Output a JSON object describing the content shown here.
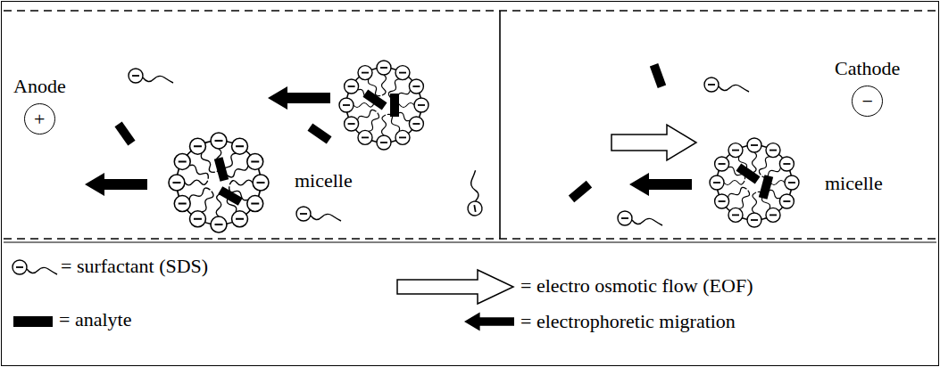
{
  "diagram": {
    "nodes": [
      {
        "text": [
          "Anode",
          "+"
        ]
      },
      {
        "text": [
          "Cathode",
          "−"
        ]
      }
    ],
    "labels": [
      "micelle",
      "micelle"
    ],
    "legend": [
      {
        "text": "= surfactant (SDS)"
      },
      {
        "text": "= electro osmotic flow (EOF)"
      },
      {
        "text": "= analyte"
      },
      {
        "text": "= electrophoretic migration"
      }
    ]
  }
}
